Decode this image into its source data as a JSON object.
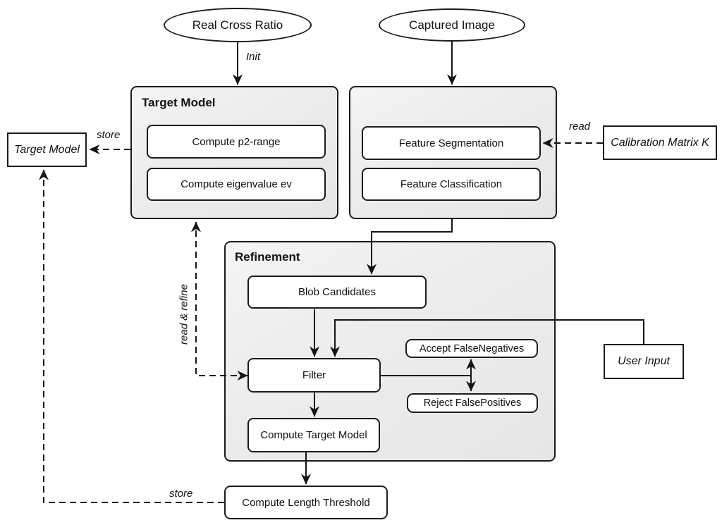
{
  "diagram": {
    "background": "#ffffff",
    "stroke_color": "#141414",
    "container_fill": "#ececec",
    "node_fill": "#ffffff",
    "nodes": {
      "real_cross_ratio": "Real Cross Ratio",
      "captured_image": "Captured Image",
      "target_model_group": "Target Model",
      "compute_p2_range": "Compute p2-range",
      "compute_eigenvalue_ev": "Compute eigenvalue ev",
      "feature_segmentation": "Feature Segmentation",
      "feature_classification": "Feature Classification",
      "calibration_matrix_k": "Calibration Matrix K",
      "target_model_store": "Target Model",
      "refinement_group": "Refinement",
      "blob_candidates": "Blob Candidates",
      "filter": "Filter",
      "accept_false_negatives": "Accept FalseNegatives",
      "reject_false_positives": "Reject FalsePositives",
      "compute_target_model": "Compute Target Model",
      "user_input": "User Input",
      "compute_length_threshold": "Compute Length Threshold"
    },
    "edges": [
      {
        "from": "real_cross_ratio",
        "to": "target_model_group",
        "style": "solid",
        "label": "Init"
      },
      {
        "from": "captured_image",
        "to": "features_group",
        "style": "solid",
        "label": ""
      },
      {
        "from": "features_group",
        "to": "blob_candidates",
        "style": "solid",
        "label": ""
      },
      {
        "from": "blob_candidates",
        "to": "filter",
        "style": "solid",
        "label": ""
      },
      {
        "from": "user_input",
        "to": "filter",
        "style": "solid",
        "label": ""
      },
      {
        "from": "filter",
        "to": "accept_false_negatives / reject_false_positives",
        "style": "solid-double-arrow",
        "label": ""
      },
      {
        "from": "filter",
        "to": "compute_target_model",
        "style": "solid",
        "label": ""
      },
      {
        "from": "compute_target_model",
        "to": "compute_length_threshold",
        "style": "solid",
        "label": ""
      },
      {
        "from": "target_model_group",
        "to": "target_model_store",
        "style": "dashed",
        "label": "store"
      },
      {
        "from": "calibration_matrix_k",
        "to": "feature_segmentation",
        "style": "dashed",
        "label": "read"
      },
      {
        "from": "filter",
        "to": "target_model_group",
        "style": "dashed-double-arrow",
        "label": "read & refine"
      },
      {
        "from": "compute_length_threshold",
        "to": "target_model_store",
        "style": "dashed",
        "label": "store"
      }
    ]
  }
}
